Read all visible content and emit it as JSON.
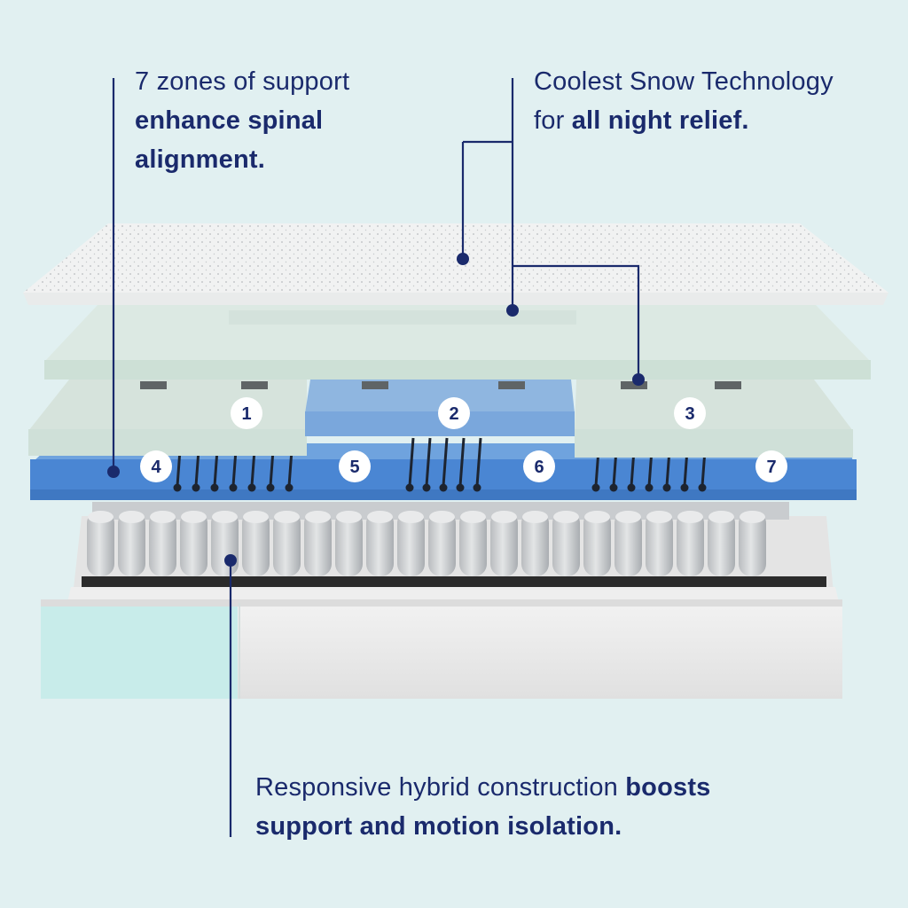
{
  "callouts": {
    "zones": {
      "line1": "7 zones of support",
      "bold1": "enhance spinal",
      "bold2": "alignment."
    },
    "cooling": {
      "line1": "Coolest Snow Technology",
      "prefix": "for ",
      "bold": "all night relief."
    },
    "hybrid": {
      "prefix": "Responsive hybrid construction ",
      "bold1": "boosts",
      "bold2": "support and motion isolation."
    }
  },
  "zones": [
    "1",
    "2",
    "3",
    "4",
    "5",
    "6",
    "7"
  ],
  "colors": {
    "background": "#e1f0f1",
    "navy": "#1a2a6c",
    "cover": "#f0f1f1",
    "comfort_foam": "#d9e7e2",
    "zoned_foam_grey": "#d6e4dd",
    "zoned_foam_blue": "#86b0dc",
    "support_foam": "#4a8bd6",
    "coils": "#d0d2d4",
    "base_side": "#ececec",
    "base_gel": "#c5ece9"
  }
}
